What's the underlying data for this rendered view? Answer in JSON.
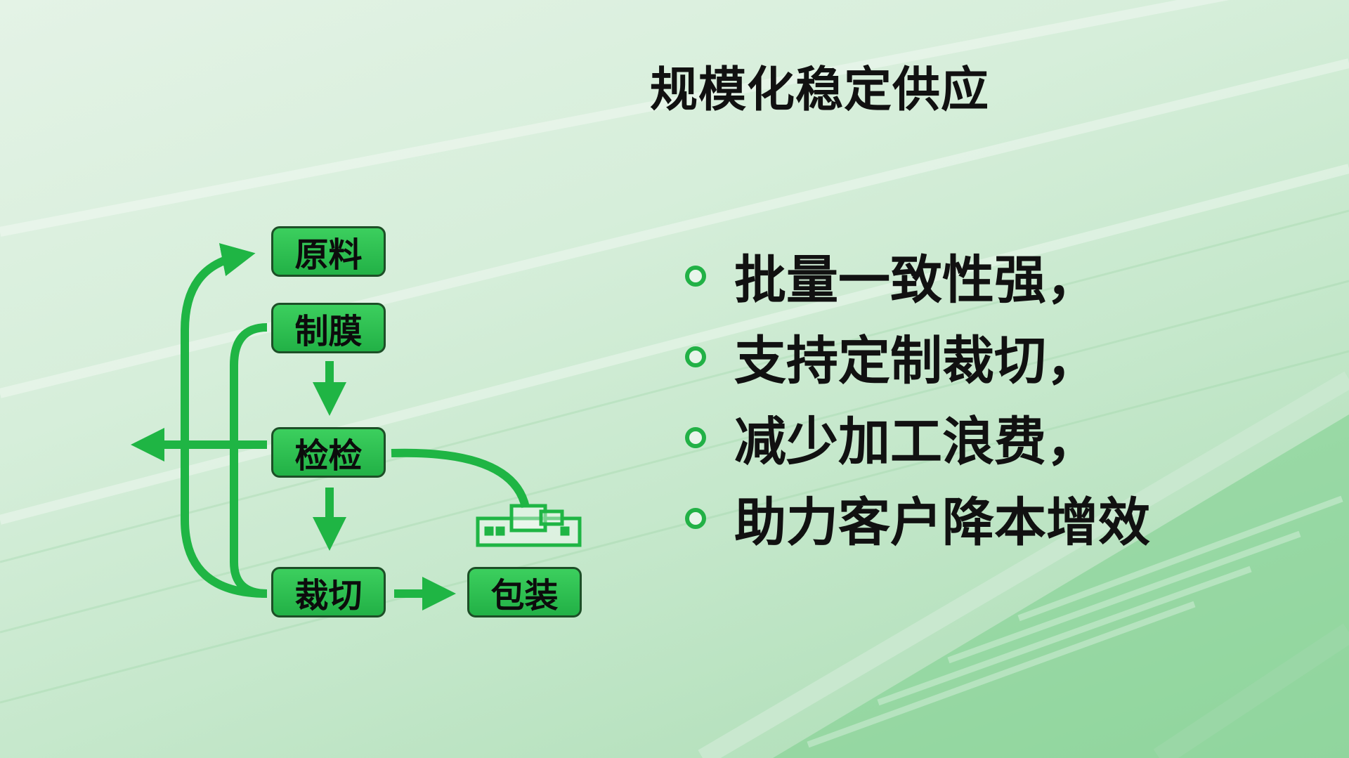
{
  "title": "规模化稳定供应",
  "flow": {
    "nodes": [
      "原料",
      "制膜",
      "检检",
      "裁切",
      "包装"
    ],
    "factory_icon": "factory-icon"
  },
  "bullets": [
    "批量一致性强，",
    "支持定制裁切，",
    "减少加工浪费，",
    "助力客户降本增效"
  ],
  "colors": {
    "accent": "#22b146",
    "node_border": "#1d4f27",
    "text": "#111111"
  }
}
